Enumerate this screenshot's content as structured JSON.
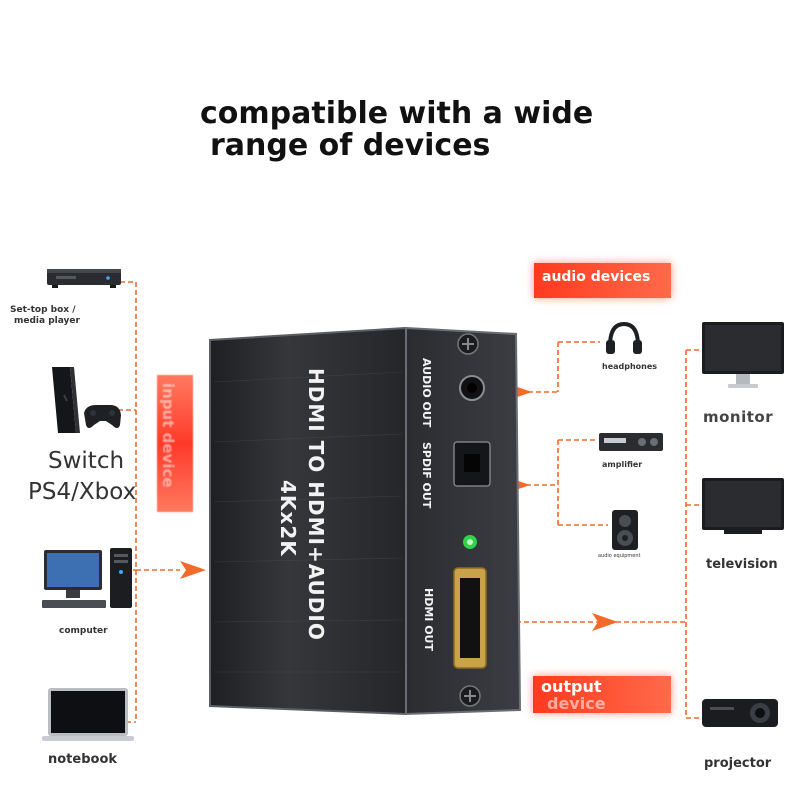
{
  "heading": {
    "line1": "compatible with a wide",
    "line2": "range of devices"
  },
  "inputs": {
    "settop_label_line1": "Set-top box /",
    "settop_label_line2": "media player",
    "switch_line1": "Switch",
    "switch_line2": "PS4/Xbox",
    "computer": "computer",
    "notebook": "notebook",
    "input_device_tag": "input device"
  },
  "device": {
    "line1": "HDMI TO HDMI+AUDIO",
    "line2": "4Kx2K",
    "audio_out": "AUDIO OUT",
    "spdif_out": "SPDIF OUT",
    "hdmi_out": "HDMI OUT"
  },
  "audio": {
    "tag": "audio devices",
    "headphones": "headphones",
    "amplifier": "amplifier",
    "speaker": "audio equipment"
  },
  "outputs": {
    "tag_line1": "output",
    "tag_line2": "device",
    "monitor": "monitor",
    "television": "television",
    "projector": "projector"
  },
  "colors": {
    "connector": "#f26a2a",
    "accent_red": "#ff3a1f",
    "device_body": "#2b2d30"
  }
}
